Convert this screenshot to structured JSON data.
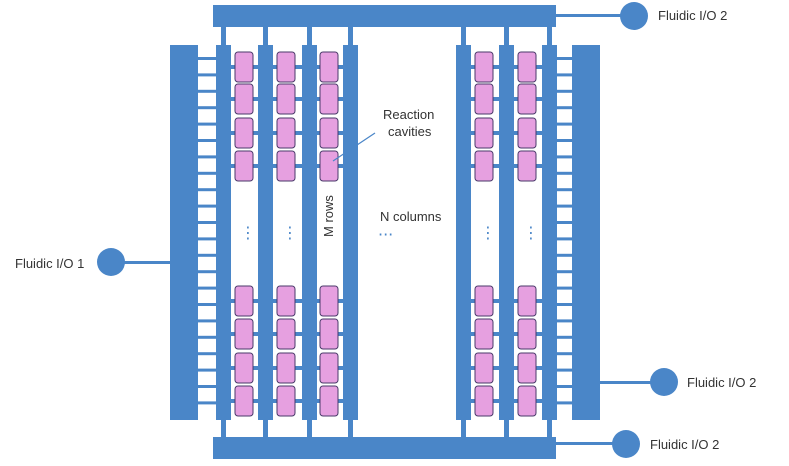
{
  "colors": {
    "channel": "#4a86c8",
    "cavity_fill": "#e6a0e0",
    "cavity_stroke": "#4a3a6a",
    "text": "#333333",
    "leader": "#4a86c8"
  },
  "labels": {
    "io_top": "Fluidic I/O 2",
    "io_left": "Fluidic I/O 1",
    "io_right": "Fluidic I/O 2",
    "io_bottom": "Fluidic I/O 2",
    "reaction_line1": "Reaction",
    "reaction_line2": "cavities",
    "rows": "M rows",
    "columns": "N columns"
  },
  "icons": {
    "vertical_ellipsis": "⋮",
    "horizontal_ellipsis": "···"
  }
}
